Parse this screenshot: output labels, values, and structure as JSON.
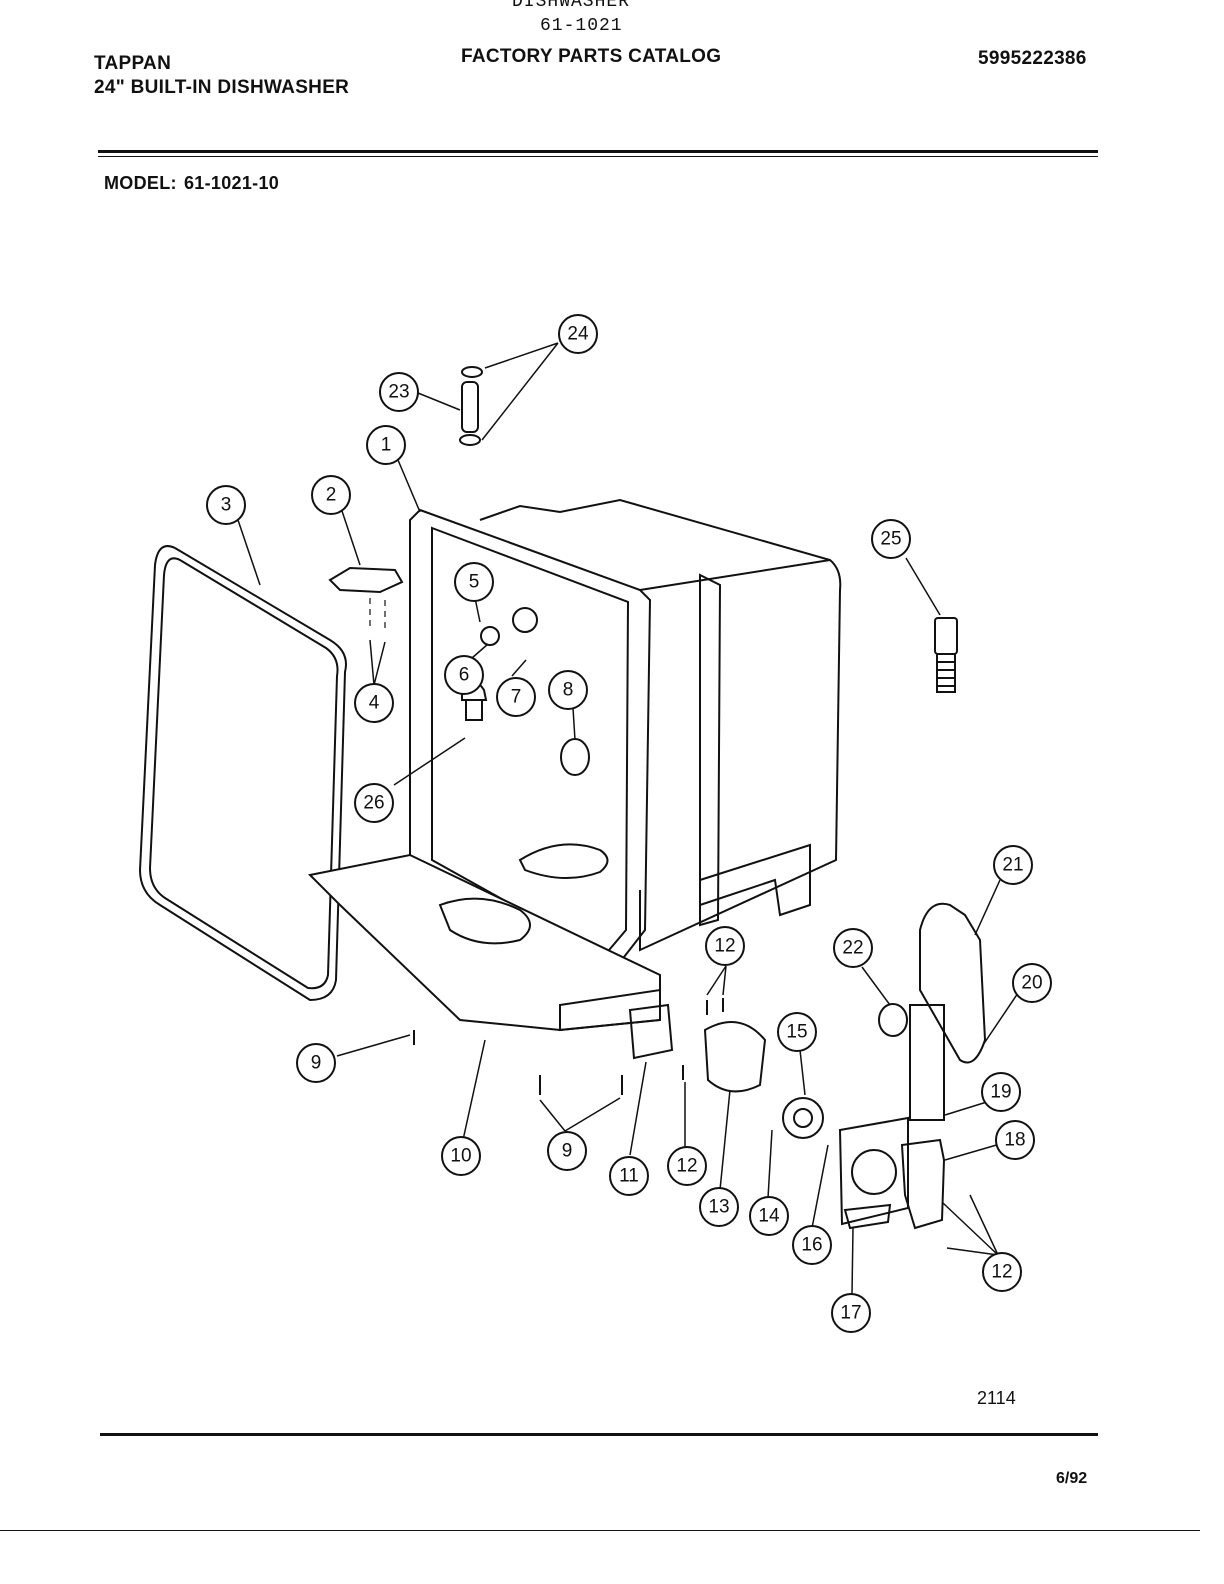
{
  "header": {
    "top_line_1": "DISHWASHER",
    "top_line_2": "61-1021",
    "brand": "TAPPAN",
    "product": "24\" BUILT-IN DISHWASHER",
    "catalog_title": "FACTORY PARTS CATALOG",
    "catalog_number": "5995222386"
  },
  "model": {
    "label": "MODEL:",
    "value": "61-1021-10"
  },
  "callouts": [
    "24",
    "23",
    "1",
    "2",
    "3",
    "25",
    "5",
    "6",
    "7",
    "8",
    "4",
    "26",
    "21",
    "12",
    "22",
    "20",
    "15",
    "9",
    "19",
    "18",
    "10",
    "9",
    "11",
    "12",
    "13",
    "14",
    "16",
    "12",
    "17"
  ],
  "footer": {
    "figure_number": "2114",
    "date": "6/92"
  }
}
